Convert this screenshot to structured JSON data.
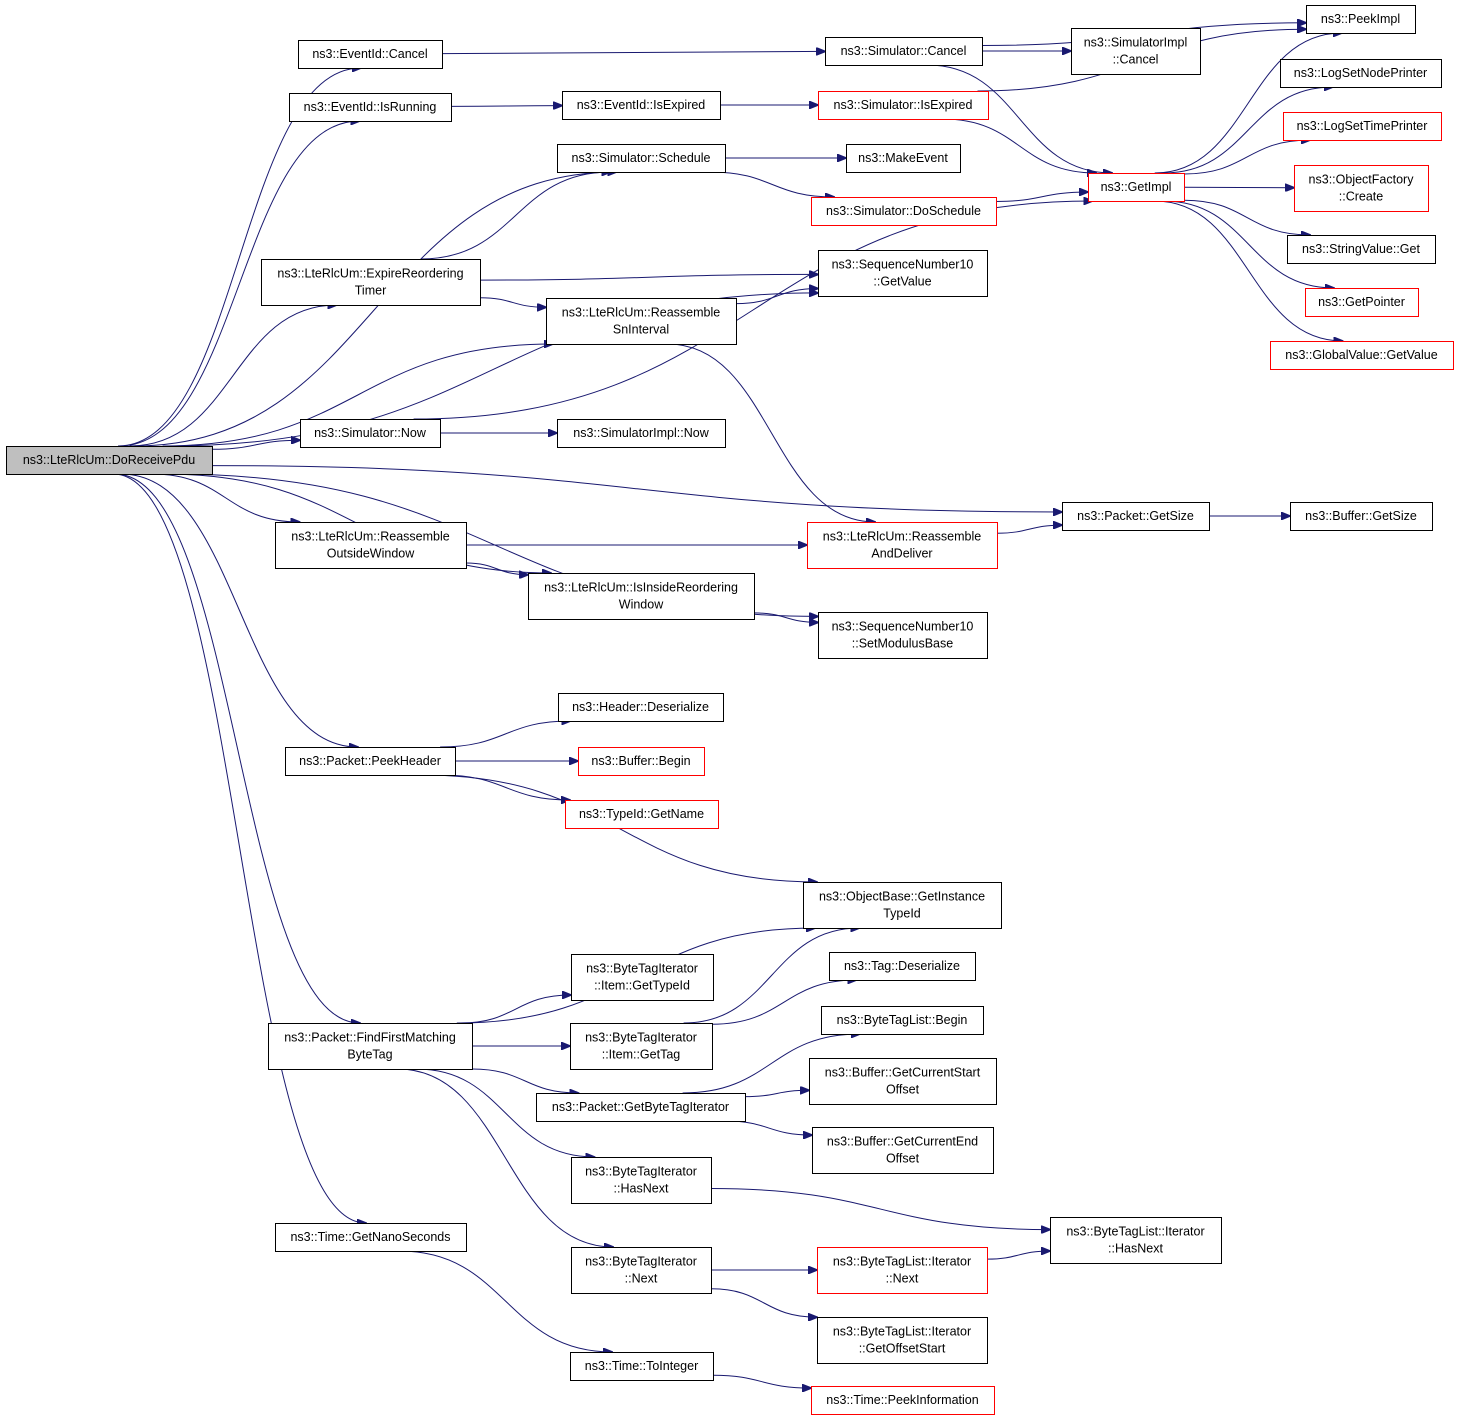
{
  "diagram": {
    "root": "ns3::LteRlcUm::DoReceivePdu",
    "nodes": [
      {
        "id": "root",
        "lines": [
          "ns3::LteRlcUm::DoReceivePdu"
        ],
        "style": "root"
      },
      {
        "id": "eid_cancel",
        "lines": [
          "ns3::EventId::Cancel"
        ],
        "style": "normal"
      },
      {
        "id": "eid_isrunning",
        "lines": [
          "ns3::EventId::IsRunning"
        ],
        "style": "normal"
      },
      {
        "id": "sim_schedule",
        "lines": [
          "ns3::Simulator::Schedule"
        ],
        "style": "normal"
      },
      {
        "id": "expire_timer",
        "lines": [
          "ns3::LteRlcUm::ExpireReordering",
          "Timer"
        ],
        "style": "normal"
      },
      {
        "id": "sim_now",
        "lines": [
          "ns3::Simulator::Now"
        ],
        "style": "normal"
      },
      {
        "id": "reasm_outside",
        "lines": [
          "ns3::LteRlcUm::Reassemble",
          "OutsideWindow"
        ],
        "style": "normal"
      },
      {
        "id": "peek_header",
        "lines": [
          "ns3::Packet::PeekHeader"
        ],
        "style": "normal"
      },
      {
        "id": "find_first",
        "lines": [
          "ns3::Packet::FindFirstMatching",
          "ByteTag"
        ],
        "style": "normal"
      },
      {
        "id": "nano",
        "lines": [
          "ns3::Time::GetNanoSeconds"
        ],
        "style": "normal"
      },
      {
        "id": "eid_isexpired",
        "lines": [
          "ns3::EventId::IsExpired"
        ],
        "style": "normal"
      },
      {
        "id": "reasm_sn",
        "lines": [
          "ns3::LteRlcUm::Reassemble",
          "SnInterval"
        ],
        "style": "normal"
      },
      {
        "id": "simimpl_now",
        "lines": [
          "ns3::SimulatorImpl::Now"
        ],
        "style": "normal"
      },
      {
        "id": "inside_window",
        "lines": [
          "ns3::LteRlcUm::IsInsideReordering",
          "Window"
        ],
        "style": "normal"
      },
      {
        "id": "hdr_deser",
        "lines": [
          "ns3::Header::Deserialize"
        ],
        "style": "normal"
      },
      {
        "id": "buf_begin",
        "lines": [
          "ns3::Buffer::Begin"
        ],
        "style": "red"
      },
      {
        "id": "typeid_name",
        "lines": [
          "ns3::TypeId::GetName"
        ],
        "style": "red"
      },
      {
        "id": "bti_gettypeid",
        "lines": [
          "ns3::ByteTagIterator",
          "::Item::GetTypeId"
        ],
        "style": "normal"
      },
      {
        "id": "bti_gettag",
        "lines": [
          "ns3::ByteTagIterator",
          "::Item::GetTag"
        ],
        "style": "normal"
      },
      {
        "id": "get_bti",
        "lines": [
          "ns3::Packet::GetByteTagIterator"
        ],
        "style": "normal"
      },
      {
        "id": "bti_hasnext",
        "lines": [
          "ns3::ByteTagIterator",
          "::HasNext"
        ],
        "style": "normal"
      },
      {
        "id": "bti_next",
        "lines": [
          "ns3::ByteTagIterator",
          "::Next"
        ],
        "style": "normal"
      },
      {
        "id": "toint",
        "lines": [
          "ns3::Time::ToInteger"
        ],
        "style": "normal"
      },
      {
        "id": "sim_cancel",
        "lines": [
          "ns3::Simulator::Cancel"
        ],
        "style": "normal"
      },
      {
        "id": "sim_isexpired",
        "lines": [
          "ns3::Simulator::IsExpired"
        ],
        "style": "red"
      },
      {
        "id": "makeevent",
        "lines": [
          "ns3::MakeEvent"
        ],
        "style": "normal"
      },
      {
        "id": "doschedule",
        "lines": [
          "ns3::Simulator::DoSchedule"
        ],
        "style": "red"
      },
      {
        "id": "sn_getvalue",
        "lines": [
          "ns3::SequenceNumber10",
          "::GetValue"
        ],
        "style": "normal"
      },
      {
        "id": "reasm_deliver",
        "lines": [
          "ns3::LteRlcUm::Reassemble",
          "AndDeliver"
        ],
        "style": "red"
      },
      {
        "id": "sn_setmod",
        "lines": [
          "ns3::SequenceNumber10",
          "::SetModulusBase"
        ],
        "style": "normal"
      },
      {
        "id": "ob_typeid",
        "lines": [
          "ns3::ObjectBase::GetInstance",
          "TypeId"
        ],
        "style": "normal"
      },
      {
        "id": "tag_deser",
        "lines": [
          "ns3::Tag::Deserialize"
        ],
        "style": "normal"
      },
      {
        "id": "btl_begin",
        "lines": [
          "ns3::ByteTagList::Begin"
        ],
        "style": "normal"
      },
      {
        "id": "buf_curstart",
        "lines": [
          "ns3::Buffer::GetCurrentStart",
          "Offset"
        ],
        "style": "normal"
      },
      {
        "id": "buf_curend",
        "lines": [
          "ns3::Buffer::GetCurrentEnd",
          "Offset"
        ],
        "style": "normal"
      },
      {
        "id": "btli_next",
        "lines": [
          "ns3::ByteTagList::Iterator",
          "::Next"
        ],
        "style": "red"
      },
      {
        "id": "btli_offset",
        "lines": [
          "ns3::ByteTagList::Iterator",
          "::GetOffsetStart"
        ],
        "style": "normal"
      },
      {
        "id": "peekinfo",
        "lines": [
          "ns3::Time::PeekInformation"
        ],
        "style": "red"
      },
      {
        "id": "simimpl_cancel",
        "lines": [
          "ns3::SimulatorImpl",
          "::Cancel"
        ],
        "style": "normal"
      },
      {
        "id": "getimpl",
        "lines": [
          "ns3::GetImpl"
        ],
        "style": "red"
      },
      {
        "id": "pkt_getsize",
        "lines": [
          "ns3::Packet::GetSize"
        ],
        "style": "normal"
      },
      {
        "id": "btli_hasnext",
        "lines": [
          "ns3::ByteTagList::Iterator",
          "::HasNext"
        ],
        "style": "normal"
      },
      {
        "id": "peekimpl",
        "lines": [
          "ns3::PeekImpl"
        ],
        "style": "normal"
      },
      {
        "id": "lognode",
        "lines": [
          "ns3::LogSetNodePrinter"
        ],
        "style": "normal"
      },
      {
        "id": "logtime",
        "lines": [
          "ns3::LogSetTimePrinter"
        ],
        "style": "red"
      },
      {
        "id": "objfactory",
        "lines": [
          "ns3::ObjectFactory",
          "::Create"
        ],
        "style": "red"
      },
      {
        "id": "strval",
        "lines": [
          "ns3::StringValue::Get"
        ],
        "style": "normal"
      },
      {
        "id": "getpointer",
        "lines": [
          "ns3::GetPointer"
        ],
        "style": "red"
      },
      {
        "id": "globalval",
        "lines": [
          "ns3::GlobalValue::GetValue"
        ],
        "style": "red"
      },
      {
        "id": "buf_getsize",
        "lines": [
          "ns3::Buffer::GetSize"
        ],
        "style": "normal"
      }
    ],
    "edges": [
      [
        "root",
        "eid_cancel"
      ],
      [
        "root",
        "eid_isrunning"
      ],
      [
        "root",
        "sim_schedule"
      ],
      [
        "root",
        "expire_timer"
      ],
      [
        "root",
        "sn_getvalue"
      ],
      [
        "root",
        "reasm_sn"
      ],
      [
        "root",
        "sim_now"
      ],
      [
        "root",
        "pkt_getsize"
      ],
      [
        "root",
        "reasm_outside"
      ],
      [
        "root",
        "inside_window"
      ],
      [
        "root",
        "sn_setmod"
      ],
      [
        "root",
        "peek_header"
      ],
      [
        "root",
        "find_first"
      ],
      [
        "root",
        "nano"
      ],
      [
        "eid_cancel",
        "sim_cancel"
      ],
      [
        "eid_isrunning",
        "eid_isexpired"
      ],
      [
        "eid_isexpired",
        "sim_isexpired"
      ],
      [
        "sim_schedule",
        "makeevent"
      ],
      [
        "sim_schedule",
        "doschedule"
      ],
      [
        "expire_timer",
        "sim_schedule"
      ],
      [
        "expire_timer",
        "sn_getvalue"
      ],
      [
        "expire_timer",
        "reasm_sn"
      ],
      [
        "reasm_sn",
        "sn_getvalue"
      ],
      [
        "reasm_sn",
        "reasm_deliver"
      ],
      [
        "sim_now",
        "simimpl_now"
      ],
      [
        "sim_now",
        "getimpl"
      ],
      [
        "reasm_outside",
        "reasm_deliver"
      ],
      [
        "reasm_outside",
        "inside_window"
      ],
      [
        "inside_window",
        "sn_setmod"
      ],
      [
        "reasm_deliver",
        "pkt_getsize"
      ],
      [
        "pkt_getsize",
        "buf_getsize"
      ],
      [
        "peek_header",
        "hdr_deser"
      ],
      [
        "peek_header",
        "buf_begin"
      ],
      [
        "peek_header",
        "typeid_name"
      ],
      [
        "peek_header",
        "ob_typeid"
      ],
      [
        "find_first",
        "ob_typeid"
      ],
      [
        "find_first",
        "bti_gettypeid"
      ],
      [
        "find_first",
        "bti_gettag"
      ],
      [
        "find_first",
        "get_bti"
      ],
      [
        "find_first",
        "bti_hasnext"
      ],
      [
        "find_first",
        "bti_next"
      ],
      [
        "bti_gettag",
        "ob_typeid"
      ],
      [
        "bti_gettag",
        "tag_deser"
      ],
      [
        "get_bti",
        "btl_begin"
      ],
      [
        "get_bti",
        "buf_curstart"
      ],
      [
        "get_bti",
        "buf_curend"
      ],
      [
        "bti_hasnext",
        "btli_hasnext"
      ],
      [
        "bti_next",
        "btli_next"
      ],
      [
        "bti_next",
        "btli_offset"
      ],
      [
        "btli_next",
        "btli_hasnext"
      ],
      [
        "nano",
        "toint"
      ],
      [
        "toint",
        "peekinfo"
      ],
      [
        "sim_cancel",
        "simimpl_cancel"
      ],
      [
        "sim_cancel",
        "peekimpl"
      ],
      [
        "sim_cancel",
        "getimpl"
      ],
      [
        "sim_isexpired",
        "getimpl"
      ],
      [
        "sim_isexpired",
        "peekimpl"
      ],
      [
        "doschedule",
        "getimpl"
      ],
      [
        "getimpl",
        "peekimpl"
      ],
      [
        "getimpl",
        "lognode"
      ],
      [
        "getimpl",
        "logtime"
      ],
      [
        "getimpl",
        "objfactory"
      ],
      [
        "getimpl",
        "strval"
      ],
      [
        "getimpl",
        "getpointer"
      ],
      [
        "getimpl",
        "globalval"
      ]
    ]
  }
}
